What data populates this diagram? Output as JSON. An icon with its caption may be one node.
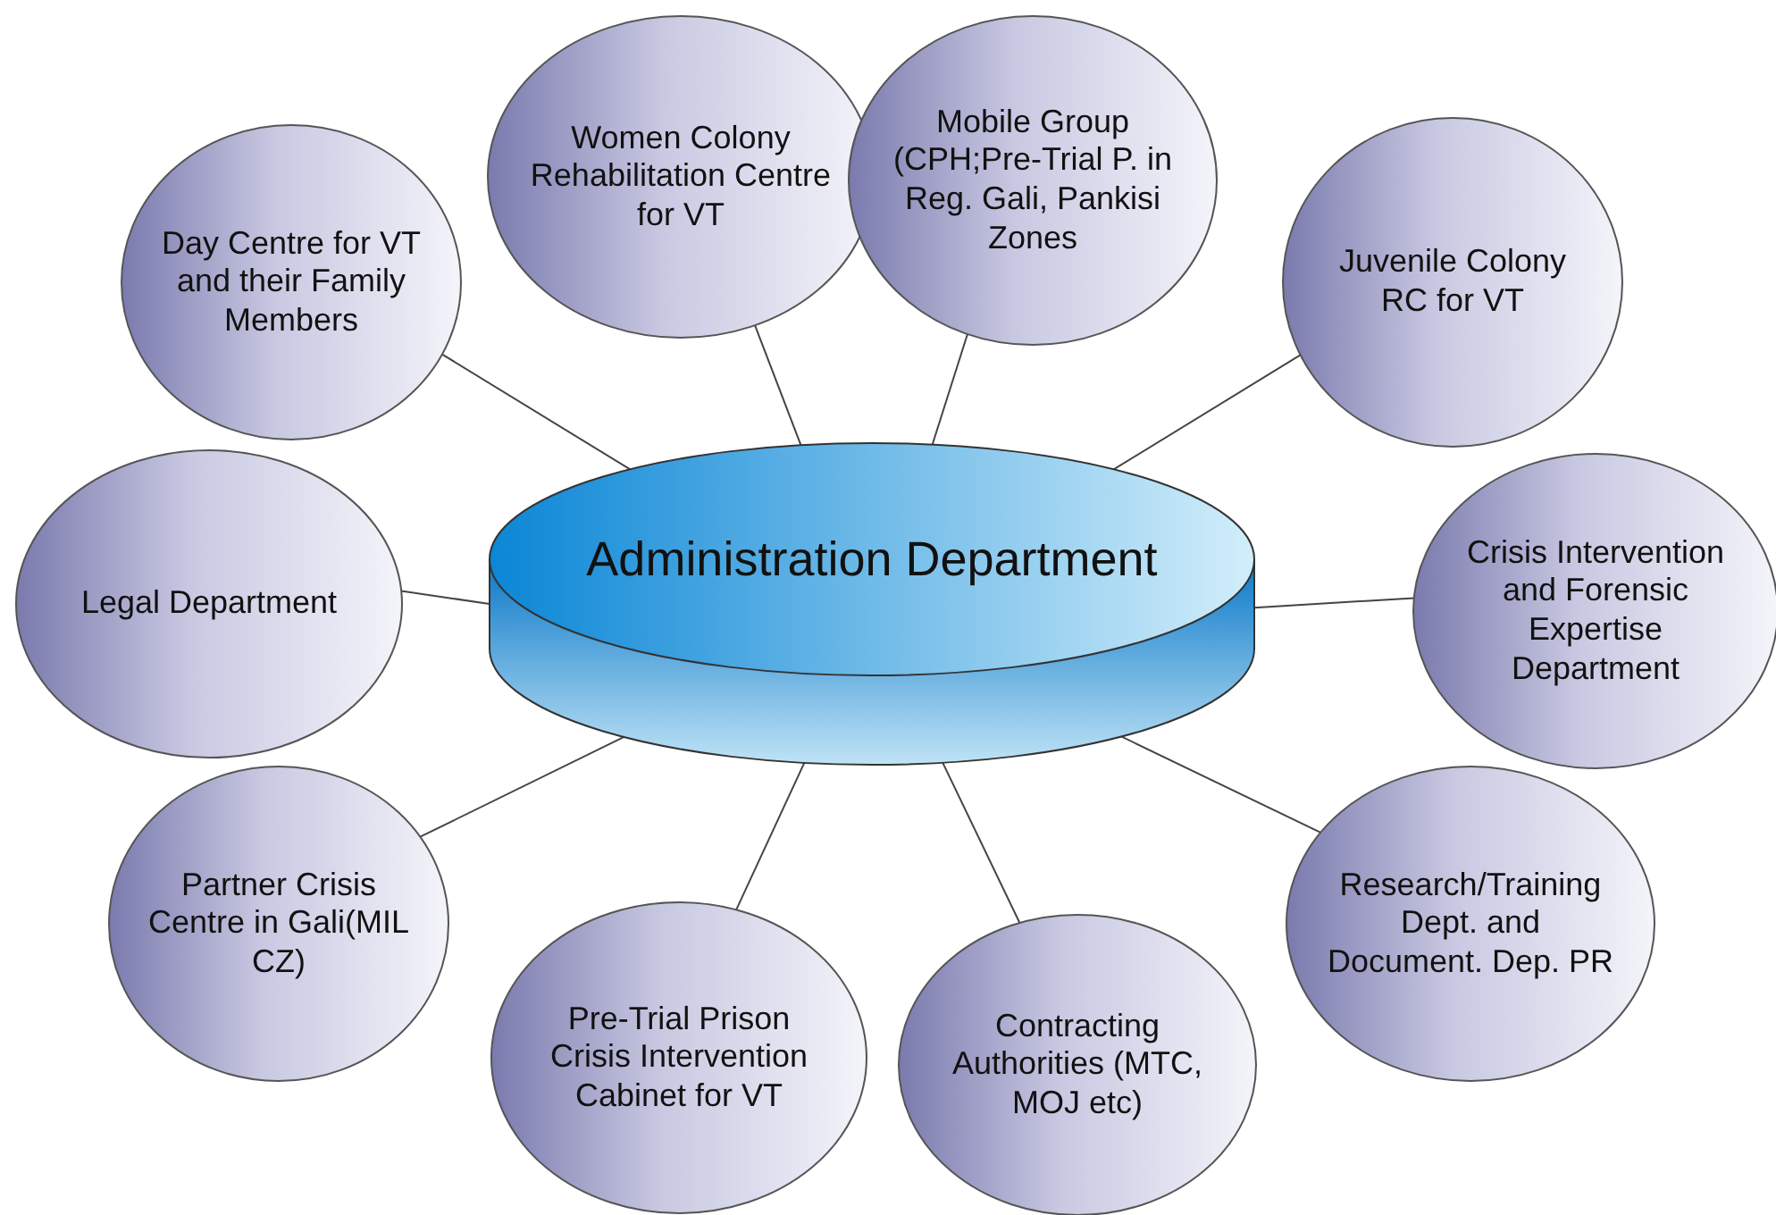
{
  "diagram": {
    "nodes": [
      {
        "text": [
          "Administration Department"
        ]
      },
      {
        "text": [
          "Day Centre for VT and their Family Members"
        ]
      },
      {
        "text": [
          "Women Colony Rehabilitation Centre for VT"
        ]
      },
      {
        "text": [
          "Mobile Group (CPH;Pre-Trial P. in Reg. Gali, Pankisi Zones"
        ]
      },
      {
        "text": [
          "Juvenile Colony RC for VT"
        ]
      },
      {
        "text": [
          "Legal Department"
        ]
      },
      {
        "text": [
          "Crisis Intervention and Forensic Expertise Department"
        ]
      },
      {
        "text": [
          "Partner Crisis Centre in Gali(MIL CZ)"
        ]
      },
      {
        "text": [
          "Pre-Trial Prison Crisis Intervention Cabinet for VT"
        ]
      },
      {
        "text": [
          "Contracting Authorities (MTC, MOJ etc)"
        ]
      },
      {
        "text": [
          "Research/Training Dept. and Document. Dep. PR"
        ]
      }
    ],
    "edges": [
      {
        "from": 0,
        "to": 1,
        "arrow": "none"
      },
      {
        "from": 0,
        "to": 2,
        "arrow": "none"
      },
      {
        "from": 0,
        "to": 3,
        "arrow": "none"
      },
      {
        "from": 0,
        "to": 4,
        "arrow": "none"
      },
      {
        "from": 0,
        "to": 5,
        "arrow": "none"
      },
      {
        "from": 0,
        "to": 6,
        "arrow": "none"
      },
      {
        "from": 0,
        "to": 7,
        "arrow": "none"
      },
      {
        "from": 0,
        "to": 8,
        "arrow": "none"
      },
      {
        "from": 0,
        "to": 9,
        "arrow": "none"
      },
      {
        "from": 0,
        "to": 10,
        "arrow": "none"
      }
    ]
  }
}
